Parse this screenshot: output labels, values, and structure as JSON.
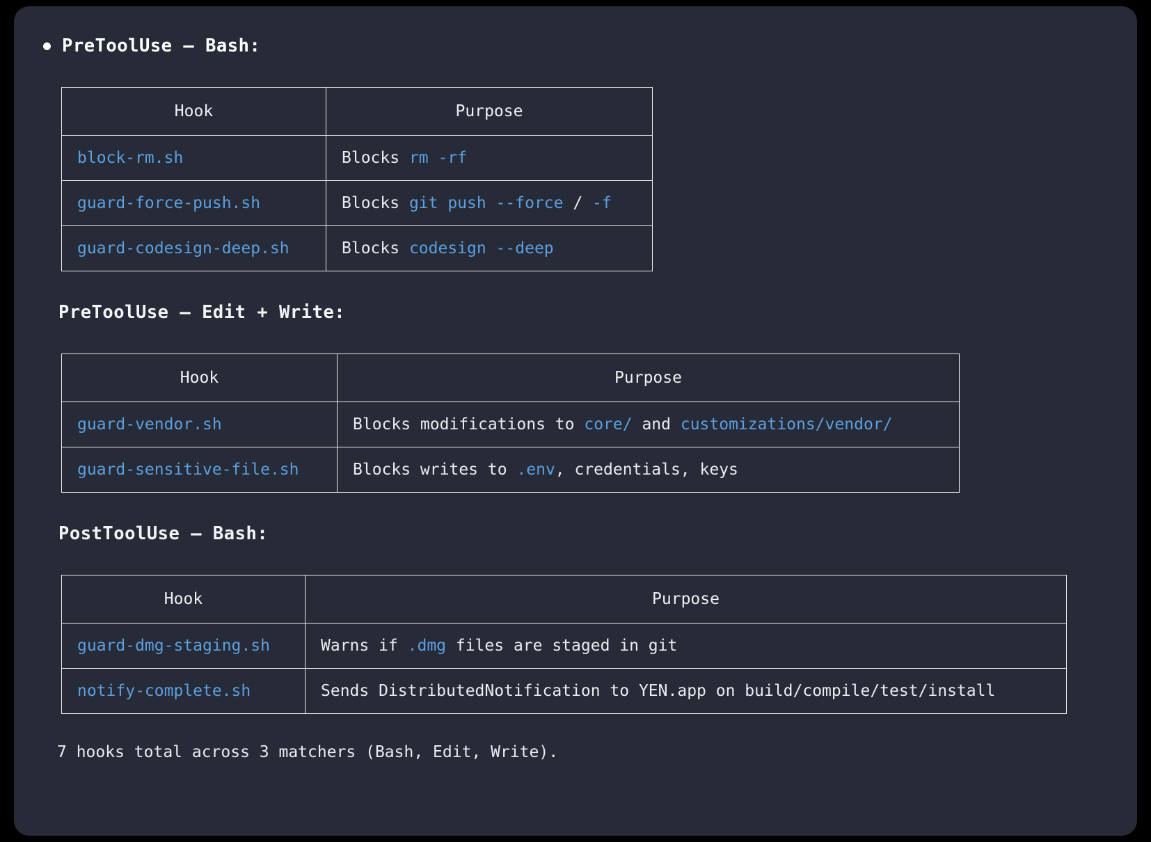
{
  "card": {
    "background": "#262b37",
    "page_background": "#000000",
    "hook_color": "#5c9fe0",
    "text_color": "#e9ecf1"
  },
  "sections": [
    {
      "heading": "PreToolUse — Bash:",
      "bulleted": true,
      "columns": [
        "Hook",
        "Purpose"
      ],
      "rows": [
        {
          "hook": "block-rm.sh",
          "purpose": [
            {
              "t": "Blocks ",
              "s": "txt"
            },
            {
              "t": "rm -rf",
              "s": "code"
            }
          ]
        },
        {
          "hook": "guard-force-push.sh",
          "purpose": [
            {
              "t": "Blocks ",
              "s": "txt"
            },
            {
              "t": "git push --force",
              "s": "code"
            },
            {
              "t": " / ",
              "s": "txt"
            },
            {
              "t": "-f",
              "s": "code"
            }
          ]
        },
        {
          "hook": "guard-codesign-deep.sh",
          "purpose": [
            {
              "t": "Blocks ",
              "s": "txt"
            },
            {
              "t": "codesign --deep",
              "s": "code"
            }
          ]
        }
      ]
    },
    {
      "heading": "PreToolUse — Edit + Write:",
      "bulleted": false,
      "columns": [
        "Hook",
        "Purpose"
      ],
      "rows": [
        {
          "hook": "guard-vendor.sh",
          "purpose": [
            {
              "t": "Blocks modifications to ",
              "s": "txt"
            },
            {
              "t": "core/",
              "s": "code"
            },
            {
              "t": " and ",
              "s": "txt"
            },
            {
              "t": "customizations/vendor/",
              "s": "code"
            }
          ]
        },
        {
          "hook": "guard-sensitive-file.sh",
          "purpose": [
            {
              "t": "Blocks writes to ",
              "s": "txt"
            },
            {
              "t": ".env",
              "s": "code"
            },
            {
              "t": ", credentials, keys",
              "s": "txt"
            }
          ]
        }
      ]
    },
    {
      "heading": "PostToolUse — Bash:",
      "bulleted": false,
      "columns": [
        "Hook",
        "Purpose"
      ],
      "rows": [
        {
          "hook": "guard-dmg-staging.sh",
          "purpose": [
            {
              "t": "Warns if ",
              "s": "txt"
            },
            {
              "t": ".dmg",
              "s": "code"
            },
            {
              "t": " files are staged in git",
              "s": "txt"
            }
          ]
        },
        {
          "hook": "notify-complete.sh",
          "purpose": [
            {
              "t": "Sends DistributedNotification to YEN.app on build/compile/test/install",
              "s": "txt"
            }
          ]
        }
      ]
    }
  ],
  "summary": "7 hooks total across 3 matchers (Bash, Edit, Write)."
}
